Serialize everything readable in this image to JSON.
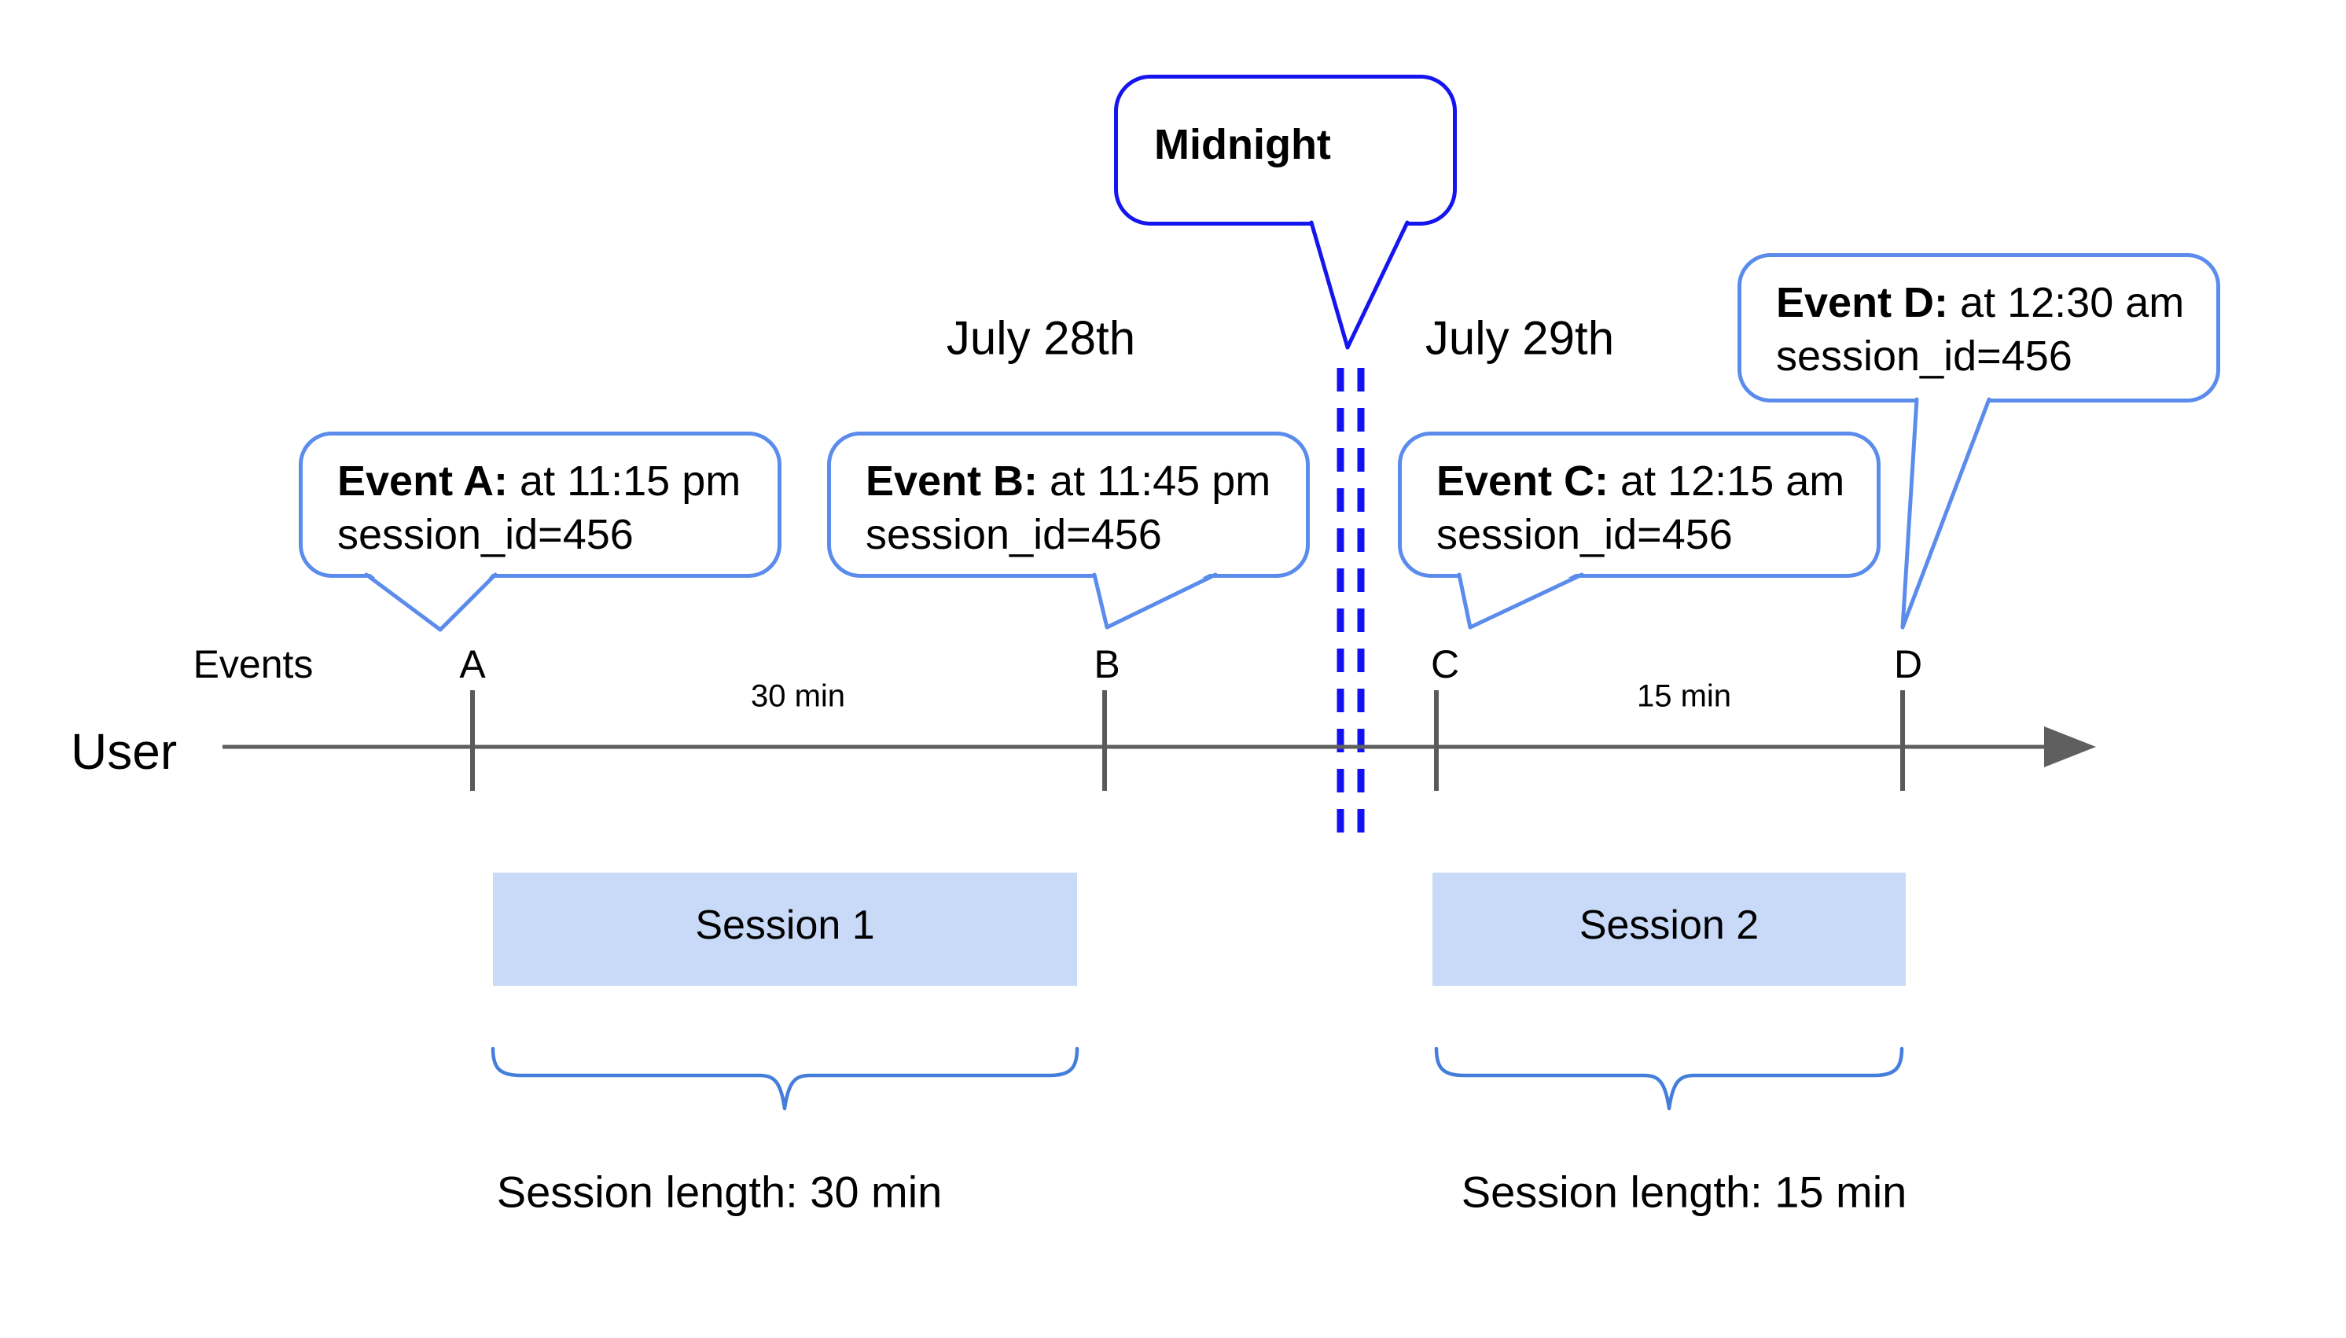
{
  "midnight_callout": {
    "label": "Midnight"
  },
  "dates": {
    "before": "July 28th",
    "after": "July 29th"
  },
  "event_callouts": [
    {
      "marker": "A",
      "title": "Event A:",
      "detail": " at 11:15 pm",
      "session": "session_id=456"
    },
    {
      "marker": "B",
      "title": "Event B:",
      "detail": " at 11:45 pm",
      "session": "session_id=456"
    },
    {
      "marker": "C",
      "title": "Event C:",
      "detail": " at 12:15 am",
      "session": "session_id=456"
    },
    {
      "marker": "D",
      "title": "Event D:",
      "detail": " at 12:30 am",
      "session": "session_id=456"
    }
  ],
  "timeline": {
    "axis_label": "User",
    "events_label": "Events",
    "markers": [
      "A",
      "B",
      "C",
      "D"
    ],
    "interval_labels": [
      "30 min",
      "15 min"
    ]
  },
  "sessions": [
    {
      "label": "Session 1",
      "length": "Session length: 30 min"
    },
    {
      "label": "Session 2",
      "length": "Session length: 15 min"
    }
  ],
  "colors": {
    "event_callout_border": "#5b8cec",
    "midnight_callout_border": "#1515f0",
    "midnight_dashed_line": "#1212f0",
    "session_box_fill": "#c9daf8",
    "brace": "#447edb",
    "timeline_gray": "#5f5f5f",
    "tick_gray": "#5a5a5a",
    "text": "#000000"
  }
}
